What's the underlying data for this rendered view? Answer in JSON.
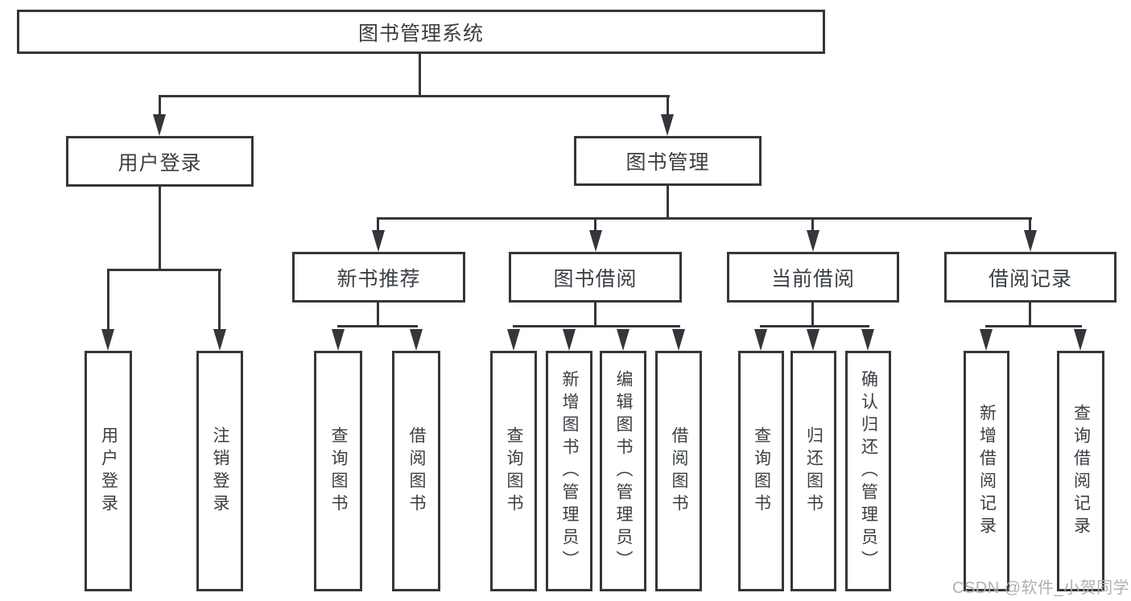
{
  "diagram_type": "hierarchy-tree",
  "tree": {
    "root": {
      "label": "图书管理系统"
    },
    "level1": [
      {
        "label": "用户登录"
      },
      {
        "label": "图书管理"
      }
    ],
    "level2": [
      {
        "label": "新书推荐",
        "parent": "图书管理"
      },
      {
        "label": "图书借阅",
        "parent": "图书管理"
      },
      {
        "label": "当前借阅",
        "parent": "图书管理"
      },
      {
        "label": "借阅记录",
        "parent": "图书管理"
      }
    ],
    "leaves": [
      {
        "label": "用户登录",
        "parent": "用户登录"
      },
      {
        "label": "注销登录",
        "parent": "用户登录"
      },
      {
        "label": "查询图书",
        "parent": "新书推荐"
      },
      {
        "label": "借阅图书",
        "parent": "新书推荐"
      },
      {
        "label": "查询图书",
        "parent": "图书借阅"
      },
      {
        "label": "新增图书（管理员）",
        "parent": "图书借阅"
      },
      {
        "label": "编辑图书（管理员）",
        "parent": "图书借阅"
      },
      {
        "label": "借阅图书",
        "parent": "图书借阅"
      },
      {
        "label": "查询图书",
        "parent": "当前借阅"
      },
      {
        "label": "归还图书",
        "parent": "当前借阅"
      },
      {
        "label": "确认归还（管理员）",
        "parent": "当前借阅"
      },
      {
        "label": "新增借阅记录",
        "parent": "借阅记录"
      },
      {
        "label": "查询借阅记录",
        "parent": "借阅记录"
      }
    ]
  },
  "watermark": "CSDN @软件_小贺同学",
  "colors": {
    "line": "#33363b",
    "box_border": "#33363b",
    "text": "#3a3f44",
    "watermark": "#b0b0b0",
    "background": "#ffffff"
  }
}
